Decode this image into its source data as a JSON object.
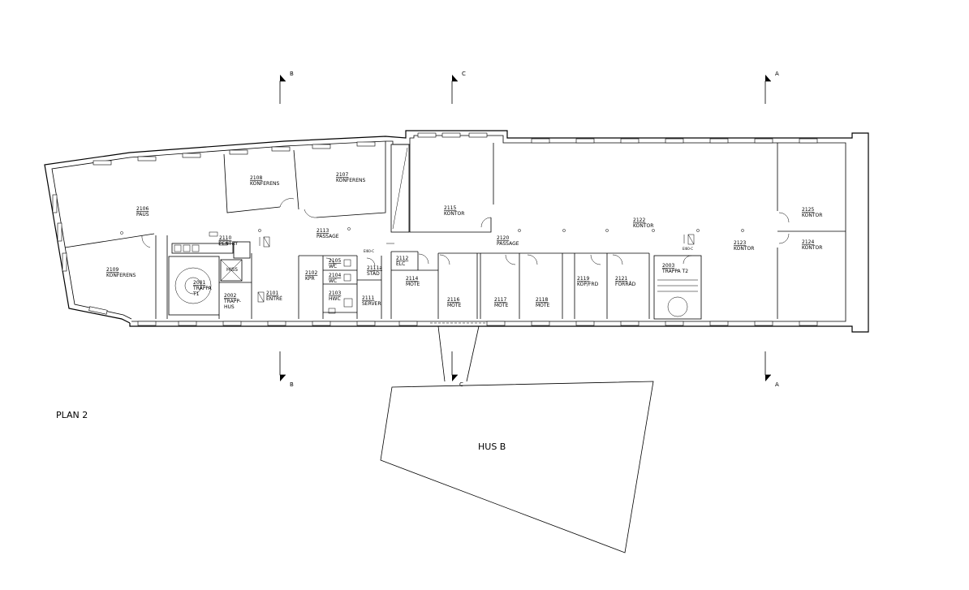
{
  "title": "PLAN 2",
  "hus_b": "HUS B",
  "section_marks": {
    "a_top": "A",
    "a_bottom": "A",
    "b_top": "B",
    "b_bottom": "B",
    "c_top": "C",
    "c_bottom": "C"
  },
  "rooms": [
    {
      "id": "r2106",
      "number": "2106",
      "label": "PAUS"
    },
    {
      "id": "r2108",
      "number": "2108",
      "label": "KONFERENS"
    },
    {
      "id": "r2107",
      "number": "2107",
      "label": "KONFERENS"
    },
    {
      "id": "r2109",
      "number": "2109",
      "label": "KONFERENS"
    },
    {
      "id": "r2110",
      "number": "2110",
      "label": "PENTRY"
    },
    {
      "id": "r2113",
      "number": "2113",
      "label": "PASSAGE"
    },
    {
      "id": "r2001",
      "number": "2001",
      "label": "TRAPPA",
      "label2": "T1"
    },
    {
      "id": "r2002",
      "number": "2002",
      "label": "TRAPP-",
      "label2": "HUS"
    },
    {
      "id": "r2101",
      "number": "2101",
      "label": "ENTRÉ"
    },
    {
      "id": "r2102",
      "number": "2102",
      "label": "KPR"
    },
    {
      "id": "r2105",
      "number": "2105",
      "label": "WC"
    },
    {
      "id": "r2104",
      "number": "2104",
      "label": "WC"
    },
    {
      "id": "r2103",
      "number": "2103",
      "label": "HWC"
    },
    {
      "id": "r2111a",
      "number": "2111a",
      "label": "STÄD"
    },
    {
      "id": "r2111",
      "number": "2111",
      "label": "SERVER"
    },
    {
      "id": "r2112",
      "number": "2112",
      "label": "ELC"
    },
    {
      "id": "r2114",
      "number": "2114",
      "label": "MÖTE"
    },
    {
      "id": "r2115",
      "number": "2115",
      "label": "KONTOR"
    },
    {
      "id": "r2120",
      "number": "2120",
      "label": "PASSAGE"
    },
    {
      "id": "r2116",
      "number": "2116",
      "label": "MÖTE"
    },
    {
      "id": "r2117",
      "number": "2117",
      "label": "MÖTE"
    },
    {
      "id": "r2118",
      "number": "2118",
      "label": "MÖTE"
    },
    {
      "id": "r2119",
      "number": "2119",
      "label": "KOP/FRD"
    },
    {
      "id": "r2121",
      "number": "2121",
      "label": "FÖRRÅD"
    },
    {
      "id": "r2122",
      "number": "2122",
      "label": "KONTOR"
    },
    {
      "id": "r2003",
      "number": "2003",
      "label": "TRAPPA T2"
    },
    {
      "id": "r2123",
      "number": "2123",
      "label": "KONTOR"
    },
    {
      "id": "r2125",
      "number": "2125",
      "label": "KONTOR"
    },
    {
      "id": "r2124",
      "number": "2124",
      "label": "KONTOR"
    }
  ],
  "misc": {
    "hiss": "HISS",
    "ei60_left": "EI60-C",
    "ei60_right": "EI60-C"
  }
}
